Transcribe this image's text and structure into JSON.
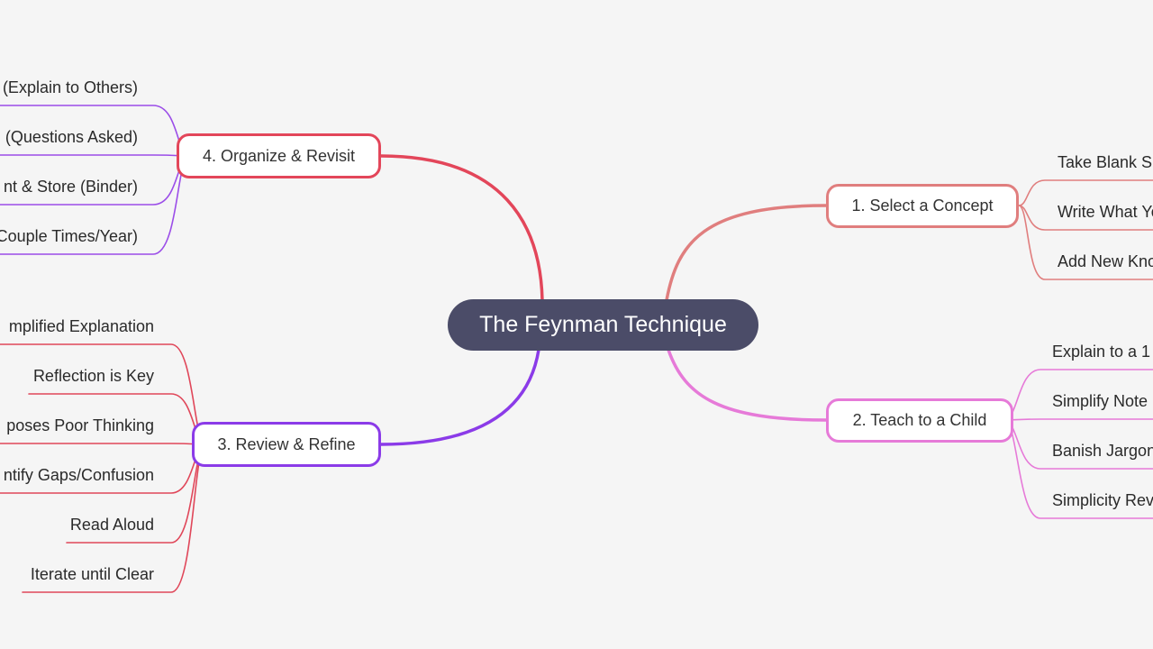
{
  "mindmap": {
    "root": {
      "label": "The Feynman Technique",
      "color": "#4b4c68"
    },
    "branches": [
      {
        "id": "select",
        "label": "1. Select a Concept",
        "color": "#e07e7e",
        "leaves": [
          "Take Blank S",
          "Write What Yo",
          "Add New Kno"
        ]
      },
      {
        "id": "teach",
        "label": "2. Teach to a Child",
        "color": "#e67ad8",
        "leaves": [
          "Explain to a 1",
          "Simplify Note",
          "Banish Jargon",
          "Simplicity Rev"
        ]
      },
      {
        "id": "review",
        "label": "3. Review & Refine",
        "color": "#8b3be8",
        "leaf_color": "#e0475a",
        "leaves": [
          "mplified Explanation",
          "Reflection is Key",
          "poses Poor Thinking",
          "ntify Gaps/Confusion",
          "Read Aloud",
          "Iterate until Clear"
        ]
      },
      {
        "id": "organize",
        "label": "4. Organize & Revisit",
        "color": "#e3465a",
        "leaf_color": "#9b4de8",
        "leaves": [
          "(Explain to Others)",
          "(Questions Asked)",
          "nt & Store (Binder)",
          "Couple Times/Year)"
        ]
      }
    ]
  }
}
